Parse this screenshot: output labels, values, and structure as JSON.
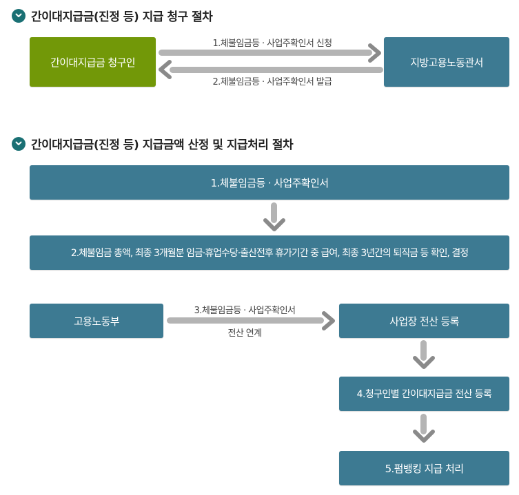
{
  "section1": {
    "title": "간이대지급금(진정 등) 지급 청구 절차",
    "claimant_box": "간이대지급금 청구인",
    "office_box": "지방고용노동관서",
    "arrow_top_label": "1.체불임금등 · 사업주확인서 신청",
    "arrow_bottom_label": "2.체불임금등 · 사업주확인서 발급"
  },
  "section2": {
    "title": "간이대지급금(진정 등) 지급금액 산정 및 지급처리 절차",
    "step1": "1.체불임금등 · 사업주확인서",
    "step2": "2.체불임금 총액, 최종 3개월분 임금·휴업수당·출산전후 휴가기간 중 급여, 최종 3년간의 퇴직금 등 확인, 결정",
    "ministry_box": "고용노동부",
    "arrow_label_top": "3.체불임금등 · 사업주확인서",
    "arrow_label_bottom": "전산 연계",
    "workplace_box": "사업장 전산 등록",
    "step4": "4.청구인별 간이대지급금 전산 등록",
    "step5": "5.펌뱅킹 지급 처리"
  },
  "colors": {
    "heading_bullet": "#1a7074",
    "green_box": "#729808",
    "teal_box": "#3d7a92",
    "arrow_shaft": "#b4b4b4",
    "arrow_head": "#8a8a8a"
  }
}
